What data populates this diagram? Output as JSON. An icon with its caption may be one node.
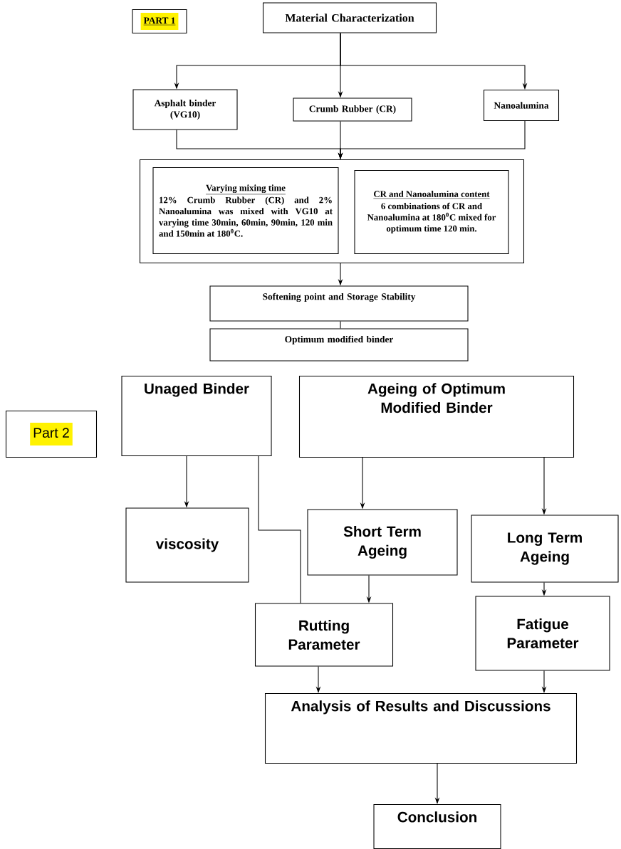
{
  "diagram": {
    "nodes": [
      {
        "text": [
          "PART 1"
        ]
      },
      {
        "text": [
          "Material Characterization"
        ]
      },
      {
        "text": [
          "Asphalt binder (VG10)"
        ]
      },
      {
        "text": [
          "Crumb Rubber (CR)"
        ]
      },
      {
        "text": [
          "Nanoalumina"
        ]
      },
      {
        "text": [],
        "shape": "box"
      },
      {
        "text": [
          "Varying mixing time",
          "12% Crumb Rubber (CR) and 2% Nanoalumina was mixed with VG10 at varying time 30min, 60min, 90min, 120 min and 150min at 180$^{0}$C."
        ],
        "in": 5
      },
      {
        "text": [
          "CR and Nanoalumina content",
          "6 combinations of CR and Nanoalumina at 180$^{0}$C mixed for optimum time 120 min."
        ],
        "in": 5
      },
      {
        "text": [
          "Softening point and Storage Stability"
        ]
      },
      {
        "text": [
          "Optimum modified binder"
        ]
      },
      {
        "text": [
          "Part 2"
        ]
      },
      {
        "text": [
          "Unaged Binder"
        ]
      },
      {
        "text": [
          "Ageing of Optimum Modified Binder"
        ]
      },
      {
        "text": [
          "viscosity"
        ]
      },
      {
        "text": [
          "Short Term Ageing"
        ]
      },
      {
        "text": [
          "Long Term Ageing"
        ]
      },
      {
        "text": [
          "Rutting Parameter"
        ]
      },
      {
        "text": [
          "Fatigue Parameter"
        ]
      },
      {
        "text": [
          "Analysis of Results and Discussions"
        ]
      },
      {
        "text": [
          "Conclusion"
        ]
      }
    ],
    "edges": [
      {
        "from": 1,
        "to": 2,
        "arrow": "to"
      },
      {
        "from": 1,
        "to": 3,
        "arrow": "to"
      },
      {
        "from": 1,
        "to": 4,
        "arrow": "to"
      },
      {
        "from": 2,
        "to": 5,
        "arrow": "to"
      },
      {
        "from": 3,
        "to": 5,
        "arrow": "to"
      },
      {
        "from": 4,
        "to": 5,
        "arrow": "to"
      },
      {
        "from": 5,
        "to": 8,
        "arrow": "to"
      },
      {
        "from": 8,
        "to": 9,
        "arrow": "none"
      },
      {
        "from": 11,
        "to": 13,
        "arrow": "to"
      },
      {
        "from": 11,
        "to": 16,
        "arrow": "none"
      },
      {
        "from": 12,
        "to": 14,
        "arrow": "to"
      },
      {
        "from": 12,
        "to": 15,
        "arrow": "to"
      },
      {
        "from": 14,
        "to": 16,
        "arrow": "to"
      },
      {
        "from": 15,
        "to": 17,
        "arrow": "to"
      },
      {
        "from": 16,
        "to": 18,
        "arrow": "to"
      },
      {
        "from": 17,
        "to": 18,
        "arrow": "to"
      },
      {
        "from": 18,
        "to": 19,
        "arrow": "to"
      }
    ]
  }
}
